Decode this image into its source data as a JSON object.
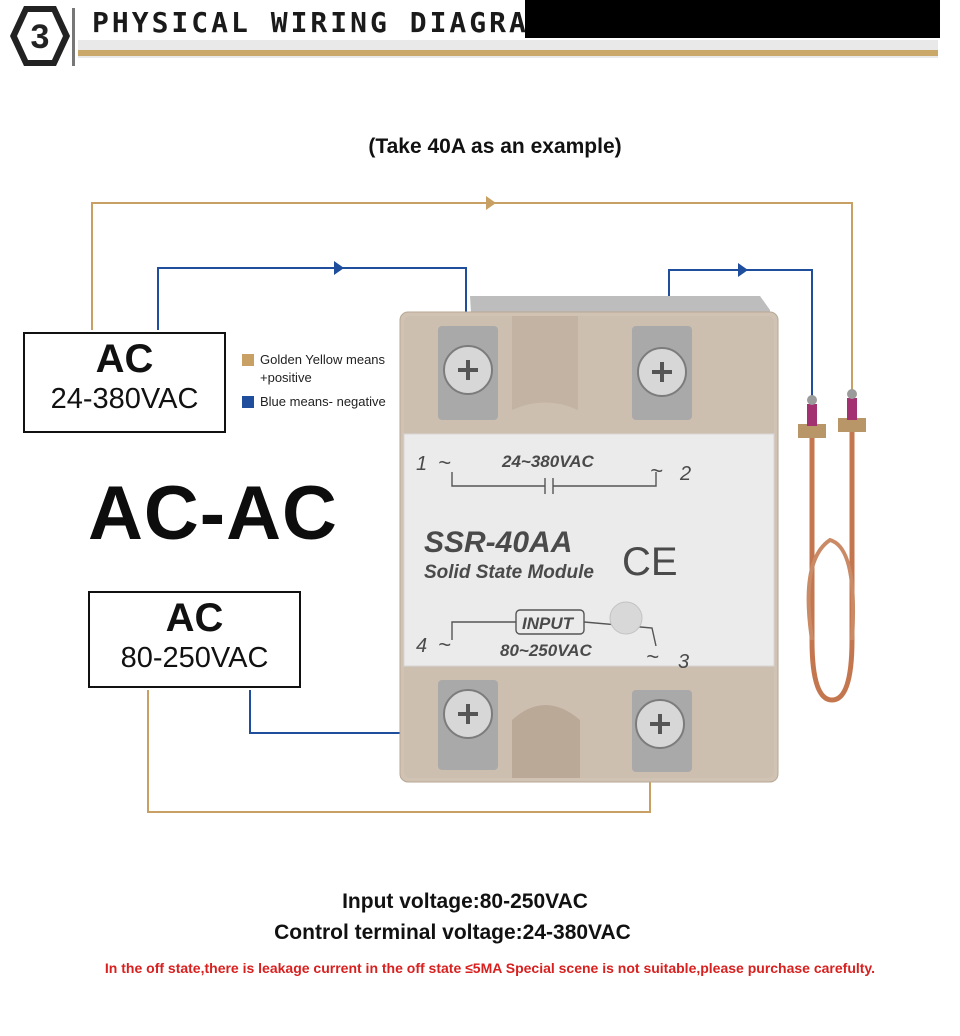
{
  "header": {
    "badge_number": "3",
    "title": "PHYSICAL WIRING DIAGRA"
  },
  "subtitle": "(Take 40A as an example)",
  "load_source": {
    "type": "AC",
    "range": "24-380VAC"
  },
  "control_source": {
    "type": "AC",
    "range": "80-250VAC"
  },
  "mode_label": "AC-AC",
  "legend": {
    "items": [
      {
        "color": "#c9a063",
        "text_line1": "Golden Yellow means",
        "text_line2": "+positive"
      },
      {
        "color": "#1f4e9c",
        "text_line1": "Blue means- negative",
        "text_line2": ""
      }
    ]
  },
  "relay": {
    "model": "SSR-40AA",
    "description": "Solid State Module",
    "ce_mark": "CE",
    "load_terminals_label": "24~380VAC",
    "input_label": "INPUT",
    "input_range": "80~250VAC",
    "terminal_1": "1",
    "terminal_2": "2",
    "terminal_3": "3",
    "terminal_4": "4",
    "ac_symbol": "~"
  },
  "footer": {
    "input_voltage": "Input voltage:80-250VAC",
    "control_voltage": "Control terminal voltage:24-380VAC",
    "warning": "In the off state,there is leakage current in the off state ≤5MA Special scene is not suitable,please purchase carefulty."
  },
  "colors": {
    "gold_wire": "#c9a063",
    "blue_wire": "#1f4e9c",
    "warning_red": "#d8201f",
    "relay_body": "#cdbfb0",
    "relay_panel": "#ecebec",
    "copper": "#c4774f"
  }
}
